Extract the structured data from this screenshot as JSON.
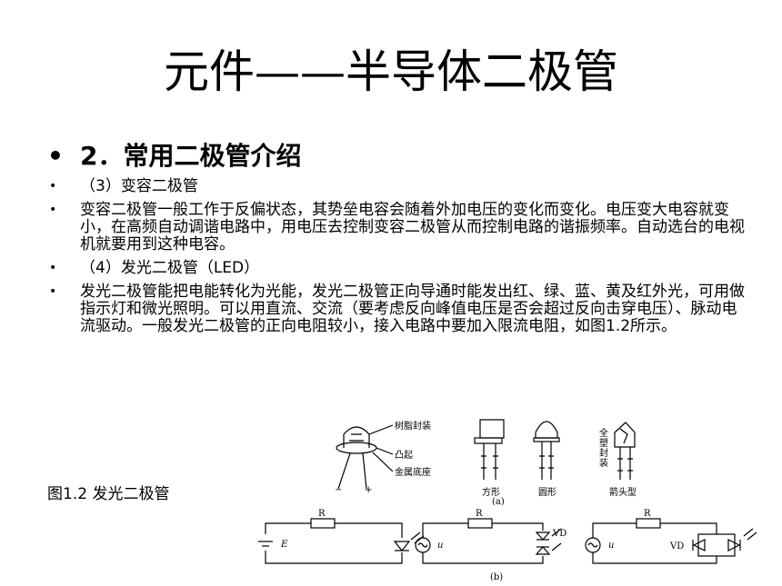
{
  "slide": {
    "title": "元件——半导体二极管",
    "heading": "2．常用二极管介绍",
    "bullets": [
      "（3）变容二极管",
      "变容二极管一般工作于反偏状态，其势垒电容会随着外加电压的变化而变化。电压变大电容就变小，在高频自动调谐电路中，用电压去控制变容二极管从而控制电路的谐振频率。自动选台的电视机就要用到这种电容。",
      "（4）发光二极管（LED）",
      "发光二极管能把电能转化为光能，发光二极管正向导通时能发出红、绿、蓝、黄及红外光，可用做指示灯和微光照明。可以用直流、交流（要考虑反向峰值电压是否会超过反向击穿电压）、脉动电流驱动。一般发光二极管的正向电阻较小，接入电路中要加入限流电阻，如图1.2所示。"
    ],
    "bullet_symbol": "•",
    "figure_caption": "图1.2 发光二极管"
  },
  "figure": {
    "labels": {
      "resin": "树脂封装",
      "bump": "凸起",
      "metal_base": "金属底座",
      "minus": "−",
      "plus": "+",
      "square": "方形",
      "round": "圆形",
      "arrow": "箭头型",
      "full_plastic": [
        "全",
        "塑",
        "封",
        "装"
      ],
      "part_a": "(a)",
      "part_b": "(b)",
      "r1": "R",
      "r2": "R",
      "r3": "R",
      "e": "E",
      "u1": "u",
      "u2": "u",
      "vd1": "VD",
      "vd2": "VD"
    }
  }
}
